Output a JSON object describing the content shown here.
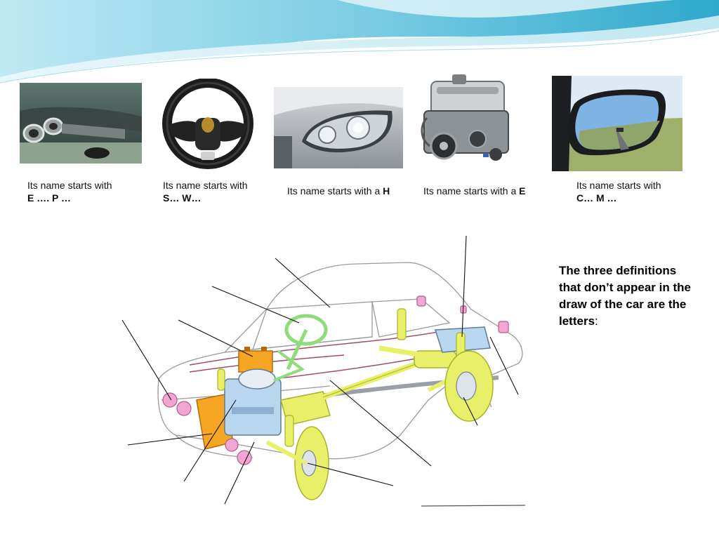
{
  "slide": {
    "accent_colors": {
      "banner_light": "#cdeef6",
      "banner_mid": "#7fd0e6",
      "banner_dark": "#2aa6c9",
      "highlight_yellow": "#e8f06a",
      "highlight_orange": "#f6a623",
      "highlight_pink": "#f2a6d2",
      "highlight_green": "#8fdc7a",
      "highlight_blue": "#b9d6ef"
    }
  },
  "items": [
    {
      "icon": "exhaust-pipe-photo",
      "caption_line1": "Its name starts with",
      "caption_line2": "E …. P …"
    },
    {
      "icon": "steering-wheel-photo",
      "caption_line1": "Its name starts with",
      "caption_line2": "S… W…"
    },
    {
      "icon": "headlight-photo",
      "caption_prefix": "Its name starts with a ",
      "caption_letter": "H"
    },
    {
      "icon": "engine-photo",
      "caption_prefix": "Its name starts with a ",
      "caption_letter": "E"
    },
    {
      "icon": "side-mirror-photo",
      "caption_line1": "Its name starts with",
      "caption_line2": "C… M …"
    }
  ],
  "diagram": {
    "icon": "car-parts-cutaway-diagram"
  },
  "definitions": {
    "text": "The three definitions that don’t appear in the draw of the car are the letters",
    "colon": ":"
  }
}
